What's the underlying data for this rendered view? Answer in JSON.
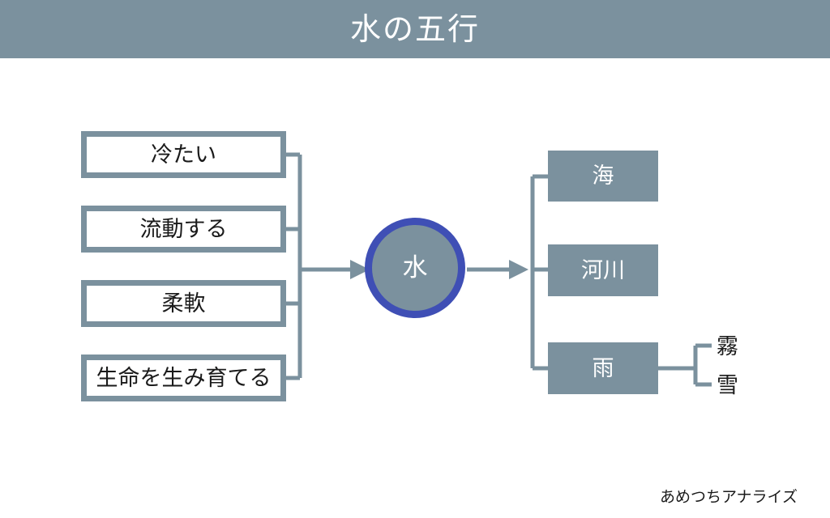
{
  "header": {
    "title": "水の五行",
    "background_color": "#7b919e",
    "title_color": "#ffffff"
  },
  "theme": {
    "accent_gray_blue": "#7b919e",
    "ring_blue": "#3f4fb5",
    "connector_color": "#7b919e",
    "text_dark": "#1a1a1a",
    "text_light": "#ffffff",
    "canvas_background": "#ffffff"
  },
  "diagram": {
    "type": "mind-map",
    "center": {
      "label": "水",
      "fill": "#7b919e",
      "ring": "#3f4fb5"
    },
    "attributes": [
      {
        "label": "冷たい"
      },
      {
        "label": "流動する"
      },
      {
        "label": "柔軟"
      },
      {
        "label": "生命を生み育てる"
      }
    ],
    "forms": [
      {
        "label": "海",
        "children": []
      },
      {
        "label": "河川",
        "children": []
      },
      {
        "label": "雨",
        "children": [
          {
            "label": "霧"
          },
          {
            "label": "雪"
          }
        ]
      }
    ]
  },
  "footer": {
    "credit": "あめつちアナライズ"
  }
}
